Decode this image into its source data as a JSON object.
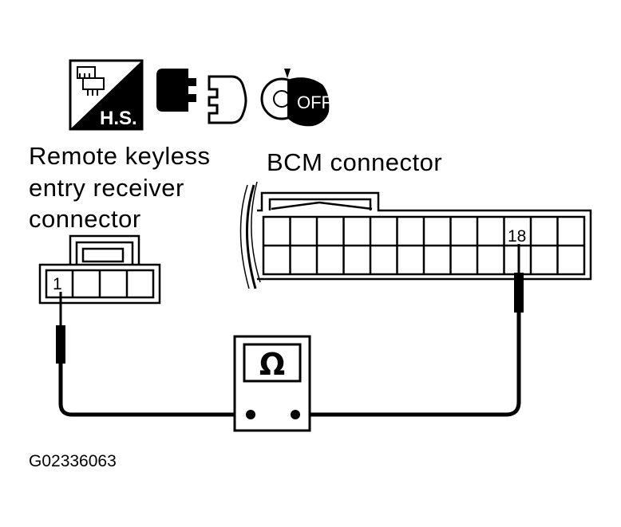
{
  "labels": {
    "receiver_connector_line1": "Remote keyless",
    "receiver_connector_line2": "entry receiver",
    "receiver_connector_line3": "connector",
    "bcm_connector": "BCM connector",
    "receiver_pin": "1",
    "bcm_pin": "18",
    "figure_code": "G02336063"
  },
  "icons": {
    "harness_side": "H.S.",
    "ignition": "OFF",
    "meter_symbol": "Ω"
  },
  "colors": {
    "line": "#000000",
    "background": "#ffffff"
  }
}
